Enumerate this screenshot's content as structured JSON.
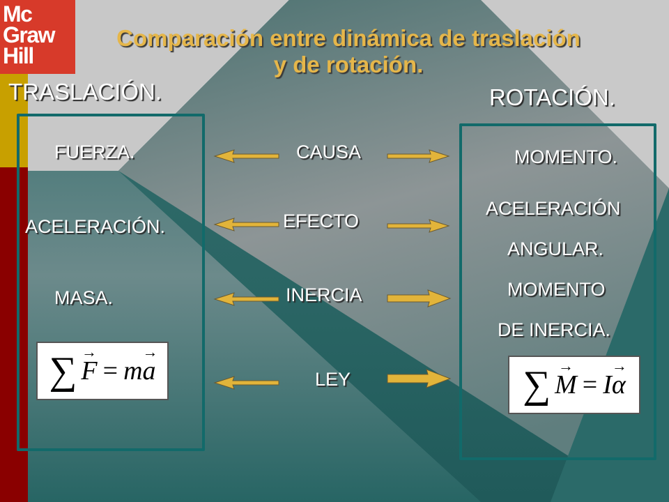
{
  "logo": {
    "line1": "Mc",
    "line2": "Graw",
    "line3": "Hill"
  },
  "title": {
    "line1": "Comparación entre dinámica de traslación",
    "line2": "y de rotación."
  },
  "left": {
    "heading": "TRASLACIÓN.",
    "items": [
      "FUERZA.",
      "ACELERACIÓN.",
      "MASA."
    ]
  },
  "middle": {
    "items": [
      "CAUSA",
      "EFECTO",
      "INERCIA",
      "LEY"
    ]
  },
  "right": {
    "heading": "ROTACIÓN.",
    "items": [
      "MOMENTO.",
      "ACELERACIÓN",
      "ANGULAR.",
      "MOMENTO",
      "DE INERCIA."
    ]
  },
  "formulas": {
    "left": {
      "sum": "∑",
      "lhs": "F",
      "eq": "=",
      "m": "m",
      "rhs": "a"
    },
    "right": {
      "sum": "∑",
      "lhs": "M",
      "eq": "=",
      "m": "I",
      "rhs": "α"
    }
  },
  "colors": {
    "title": "#e5b64a",
    "box_border": "#126a6a",
    "arrow_fill": "#e2b43a",
    "logo_bg": "#d73a2a",
    "strip_top": "#c8a000",
    "strip_bottom": "#8a0000"
  }
}
